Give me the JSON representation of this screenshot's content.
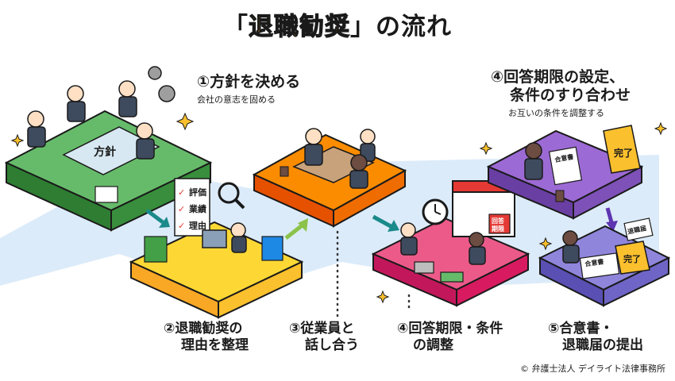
{
  "title": {
    "open": "「",
    "keyword": "退職勧奨",
    "close": "」",
    "suffix": "の流れ"
  },
  "steps": [
    {
      "id": 1,
      "label": "①方針を決める",
      "sub": "会社の意志を固める"
    },
    {
      "id": 2,
      "line1": "②退職勧奨の",
      "line2": "理由を整理"
    },
    {
      "id": 3,
      "line1": "③従業員と",
      "line2": "話し合う"
    },
    {
      "id": 4,
      "line1": "④回答期限・条件",
      "line2": "の調整"
    },
    {
      "id": 5,
      "line1": "④回答期限の設定、",
      "line2": "条件のすり合わせ",
      "sub": "お互いの条件を調整する"
    },
    {
      "id": 6,
      "line1": "⑤合意書・",
      "line2": "退職届の提出"
    }
  ],
  "labels": {
    "policy_doc": "方針",
    "checklist": [
      "評価",
      "業績",
      "理由"
    ],
    "calendar_note_1": "回答",
    "calendar_note_2": "期限",
    "folder_1": "完了",
    "folder_2": "完了",
    "resignation_doc": "退職届",
    "agreement_doc_1": "合意書",
    "agreement_doc_2": "合意書"
  },
  "colors": {
    "accent": "#f39200",
    "green": "#43a047",
    "yellow": "#fdd835",
    "orange": "#fb8c00",
    "pink": "#ec5a8a",
    "purple": "#9c6ad4",
    "lavender": "#8f86dc",
    "path": "#dcebf9",
    "arrow": "#1a8a8a"
  },
  "copyright": "© 弁護士法人 デイライト法律事務所"
}
